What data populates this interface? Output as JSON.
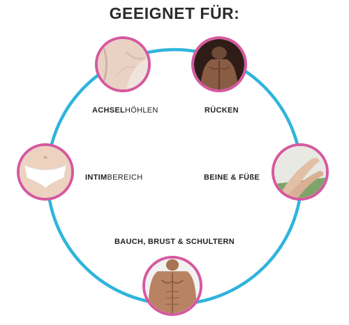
{
  "title": "GEEIGNET FÜR:",
  "colors": {
    "ring": "#2fb4dc",
    "bubble_border": "#d6589f",
    "text": "#222222"
  },
  "areas": [
    {
      "id": "achsel",
      "bold": "ACHSEL",
      "light": "HÖHLEN"
    },
    {
      "id": "ruecken",
      "bold": "RÜCKEN",
      "light": ""
    },
    {
      "id": "intim",
      "bold": "INTIM",
      "light": "BEREICH"
    },
    {
      "id": "beine",
      "bold": "BEINE & FÜßE",
      "light": ""
    },
    {
      "id": "bauch",
      "bold": "BAUCH, BRUST & SCHULTERN",
      "light": ""
    }
  ]
}
